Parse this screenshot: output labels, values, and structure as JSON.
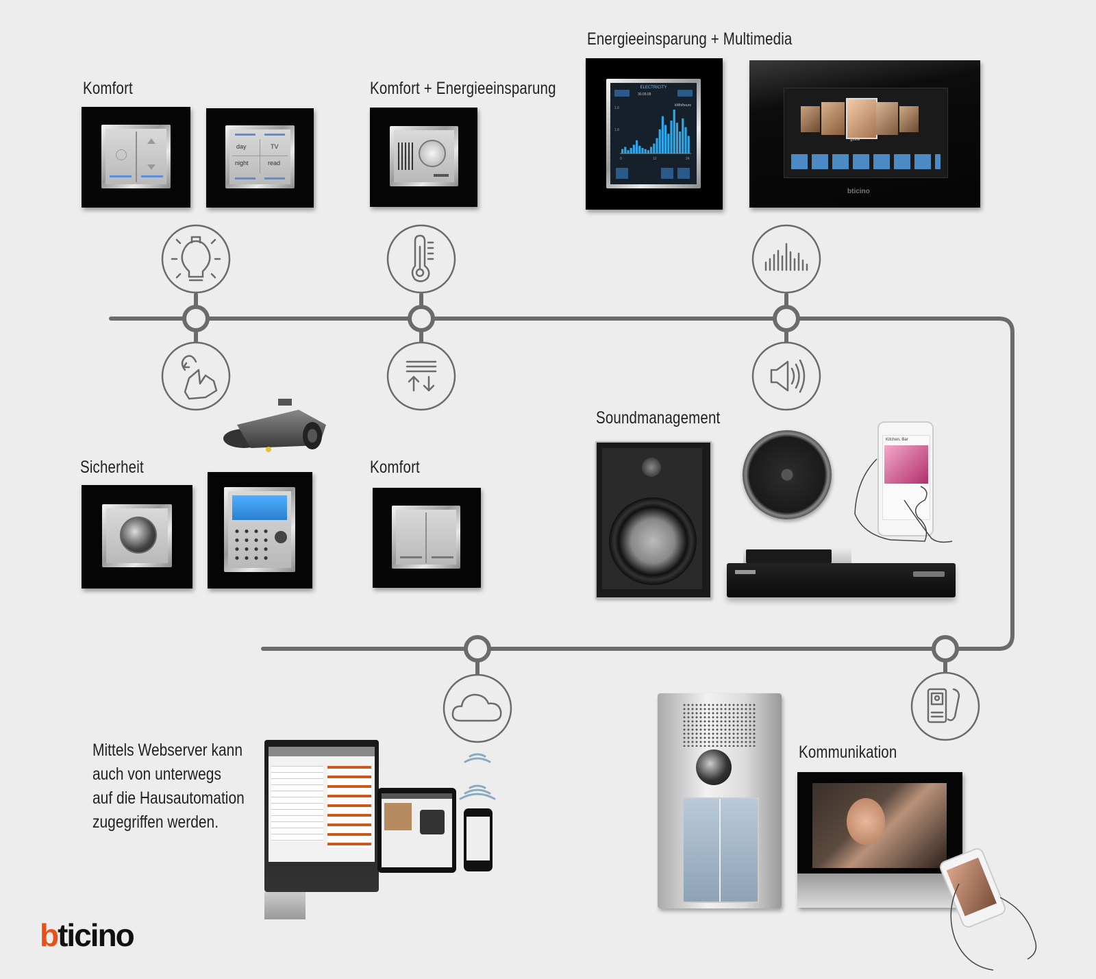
{
  "labels": {
    "komfort_top": "Komfort",
    "komfort_energie": "Komfort + Energieeinsparung",
    "energie_multimedia": "Energieeinsparung + Multimedia",
    "sicherheit": "Sicherheit",
    "komfort_mid": "Komfort",
    "soundmanagement": "Soundmanagement",
    "kommunikation": "Kommunikation"
  },
  "webserver_text": {
    "line1": "Mittels Webserver kann",
    "line2": "auch von unterwegs",
    "line3": "auf die Hausautomation",
    "line4": "zugegriffen werden."
  },
  "keypad": {
    "day": "day",
    "tv": "TV",
    "night": "night",
    "read": "read"
  },
  "energy_display": {
    "title": "ELECTRICITY",
    "unit": "kWh/hours",
    "date": "30.09.09",
    "y_top": "1.6",
    "y_mid": "1.8",
    "x0": "0",
    "x12": "12",
    "x24": "24"
  },
  "multimedia_display": {
    "center_label": "giulia",
    "brand": "bticino"
  },
  "phone_app": {
    "title": "Kitchen, Bar"
  },
  "brand": {
    "logo_b": "b",
    "logo_rest": "ticino",
    "accent": "#e8501a"
  },
  "icons": [
    "light-bulb-icon",
    "thermometer-icon",
    "equalizer-icon",
    "hand-gesture-icon",
    "shutter-arrows-icon",
    "speaker-icon",
    "cloud-icon",
    "wifi-icon",
    "intercom-icon"
  ]
}
